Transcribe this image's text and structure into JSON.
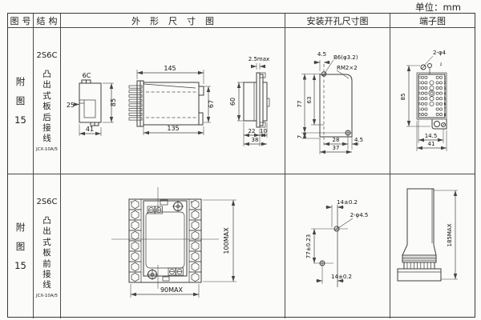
{
  "unit_label": "单位：mm",
  "header": {
    "col_fig": "图号",
    "col_struct": "结构",
    "col_outline": "外形尺寸图",
    "col_install": "安装开孔尺寸图",
    "col_terminal": "端子图"
  },
  "rows": [
    {
      "fig_no": "附图15",
      "model": "2S6C",
      "mount": "凸出式板后接线",
      "type_code": "JCX-10A/5",
      "outline": {
        "clip_label": "6C",
        "clip_w": "25",
        "clip_h": "85",
        "clip_d": "41",
        "body_top": "145",
        "body_bottom": "135",
        "body_h": "67",
        "panel_t": "2.5max",
        "panel_h": "60",
        "panel_d1": "22",
        "panel_d2": "10",
        "panel_d3": "38"
      },
      "install": {
        "off_x": "4.5",
        "hole_label": "B6(φ3.2)",
        "screw_label": "RM2×2",
        "h_total": "77",
        "h_cut": "63",
        "w_hole": "28",
        "off_r": "4.5",
        "w_total": "37",
        "off_b": "7"
      },
      "terminal": {
        "hole_label": "2-φ4",
        "h": "85",
        "w_hole": "14.5",
        "w": "41",
        "top_num": "2",
        "right_nums": [
          "1",
          "2",
          "3",
          "4",
          "5",
          "6",
          "7",
          "8"
        ],
        "left_nums": [
          "11",
          "12",
          "13",
          "14",
          "15",
          "16",
          "17",
          "18"
        ]
      }
    },
    {
      "fig_no": "附图15",
      "model": "2S6C",
      "mount": "凸出式板前接线",
      "type_code": "JCX-10A/5",
      "outline": {
        "w": "90MAX",
        "h": "100MAX",
        "left_col_num": "1",
        "right_col_num": "2"
      },
      "install": {
        "off_top": "14±0.2",
        "hole_label": "2-φ4.5",
        "spacing": "77±0.23",
        "off_bottom": "14±0.2"
      },
      "terminal": {
        "h": "185MAX"
      }
    }
  ]
}
